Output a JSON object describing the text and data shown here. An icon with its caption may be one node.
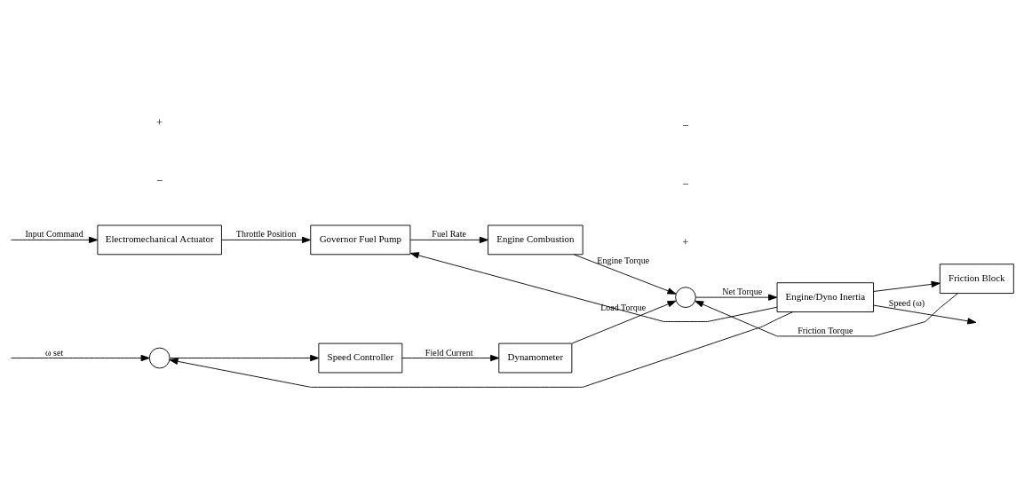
{
  "diagram": {
    "nodes": [
      {
        "text": [],
        "shape": "circle"
      },
      {
        "text": [
          "Speed Controller"
        ]
      },
      {
        "text": [
          "Dynamometer"
        ]
      },
      {
        "text": [
          "Electromechanical Actuator"
        ]
      },
      {
        "text": [
          "Governor Fuel Pump"
        ]
      },
      {
        "text": [
          "Engine Combustion"
        ]
      },
      {
        "text": [],
        "shape": "circle"
      },
      {
        "text": [
          "Engine/Dyno Inertia"
        ]
      },
      {
        "text": [
          "Friction Block"
        ]
      }
    ],
    "edges": [
      {
        "from": null,
        "to": 0,
        "arrow": "to",
        "label": "ω set"
      },
      {
        "from": 0,
        "to": 1,
        "arrow": "to"
      },
      {
        "from": 1,
        "to": 2,
        "arrow": "to",
        "label": "Field Current"
      },
      {
        "from": 2,
        "to": 6,
        "arrow": "to",
        "label": "Load Torque"
      },
      {
        "from": null,
        "to": 3,
        "arrow": "to",
        "label": "Input Command"
      },
      {
        "from": 3,
        "to": 4,
        "arrow": "to",
        "label": "Throttle Position"
      },
      {
        "from": 4,
        "to": 5,
        "arrow": "to",
        "label": "Fuel Rate"
      },
      {
        "from": 5,
        "to": 6,
        "arrow": "to",
        "label": "Engine Torque"
      },
      {
        "from": 6,
        "to": 7,
        "arrow": "to",
        "label": "Net Torque"
      },
      {
        "from": 7,
        "to": null,
        "arrow": "to",
        "label": "Speed (ω)"
      },
      {
        "from": 7,
        "to": 0,
        "arrow": "to"
      },
      {
        "from": 7,
        "to": 8,
        "arrow": "to"
      },
      {
        "from": 8,
        "to": 6,
        "arrow": "to",
        "label": "Friction Torque"
      },
      {
        "from": 7,
        "to": 4,
        "arrow": "to"
      }
    ],
    "labels": [
      "−",
      "+",
      "+",
      "−",
      "−"
    ]
  }
}
